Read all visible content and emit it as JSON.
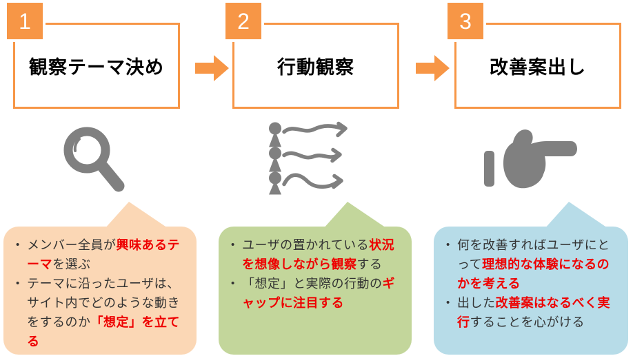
{
  "colors": {
    "accent_orange": "#F79646",
    "icon_gray": "#808080",
    "highlight_red": "#EE0000",
    "text_dark": "#333333",
    "title_black": "#000000",
    "bubble_peach": "#FBD7B5",
    "bubble_green": "#C3D69B",
    "bubble_blue": "#B7DCE8"
  },
  "bullet_char": "•",
  "steps": [
    {
      "number": "1",
      "title": "観察テーマ決め",
      "icon": "magnifier-search-icon"
    },
    {
      "number": "2",
      "title": "行動観察",
      "icon": "user-behavior-flows-icon"
    },
    {
      "number": "3",
      "title": "改善案出し",
      "icon": "pointing-hand-icon"
    }
  ],
  "bubbles": [
    {
      "color": "#FBD7B5",
      "items": [
        [
          {
            "t": "メンバー全員が"
          },
          {
            "t": "興味あるテーマ",
            "red": true
          },
          {
            "t": "を選ぶ"
          }
        ],
        [
          {
            "t": "テーマに沿ったユーザは、サイト内でどのような動きをするのか"
          },
          {
            "t": "「想定」を立てる",
            "red": true
          }
        ]
      ]
    },
    {
      "color": "#C3D69B",
      "items": [
        [
          {
            "t": "ユーザの置かれている"
          },
          {
            "t": "状況を想像しながら観察",
            "red": true
          },
          {
            "t": "する"
          }
        ],
        [
          {
            "t": "「想定」と実際の行動の"
          },
          {
            "t": "ギャップに注目する",
            "red": true
          }
        ]
      ]
    },
    {
      "color": "#B7DCE8",
      "items": [
        [
          {
            "t": "何を改善すればユーザにとって"
          },
          {
            "t": "理想的な体験になるのかを考える",
            "red": true
          }
        ],
        [
          {
            "t": "出した"
          },
          {
            "t": "改善案はなるべく実行",
            "red": true
          },
          {
            "t": "することを心がける"
          }
        ]
      ]
    }
  ]
}
